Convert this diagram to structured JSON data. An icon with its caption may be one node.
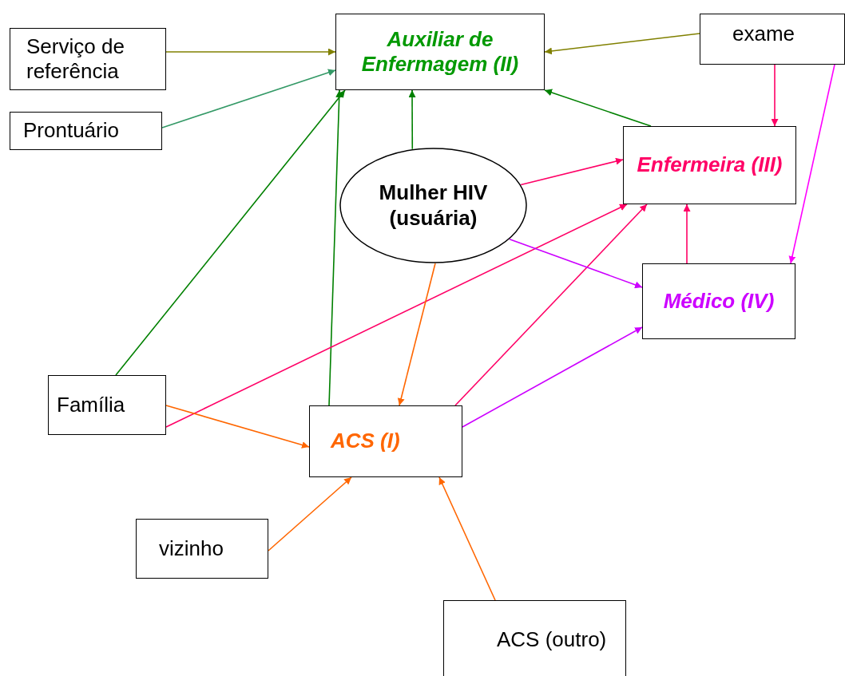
{
  "diagram": {
    "nodes": [
      {
        "text": [
          "Serviço de referência"
        ]
      },
      {
        "text": [
          "Auxiliar de Enfermagem (II)"
        ]
      },
      {
        "text": [
          "exame"
        ]
      },
      {
        "text": [
          "Prontuário"
        ]
      },
      {
        "text": [
          "Enfermeira (III)"
        ]
      },
      {
        "text": [
          "Mulher HIV (usuária)"
        ]
      },
      {
        "text": [
          "Médico (IV)"
        ]
      },
      {
        "text": [
          "Família"
        ]
      },
      {
        "text": [
          "ACS (I)"
        ]
      },
      {
        "text": [
          "vizinho"
        ]
      },
      {
        "text": [
          "ACS (outro)"
        ]
      }
    ],
    "edges": [
      {
        "from": 0,
        "to": 1,
        "arrow": "to",
        "color": "#808000"
      },
      {
        "from": 3,
        "to": 1,
        "arrow": "to",
        "color": "#339966"
      },
      {
        "from": 2,
        "to": 1,
        "arrow": "to",
        "color": "#808000"
      },
      {
        "from": 4,
        "to": 1,
        "arrow": "to",
        "color": "#008000"
      },
      {
        "from": 5,
        "to": 1,
        "arrow": "to",
        "color": "#008000"
      },
      {
        "from": 7,
        "to": 1,
        "arrow": "to",
        "color": "#008000"
      },
      {
        "from": 8,
        "to": 1,
        "arrow": "to",
        "color": "#008000"
      },
      {
        "from": 2,
        "to": 4,
        "arrow": "to",
        "color": "#ff0066"
      },
      {
        "from": 2,
        "to": 6,
        "arrow": "to",
        "color": "#ff00ff"
      },
      {
        "from": 5,
        "to": 4,
        "arrow": "to",
        "color": "#ff0066"
      },
      {
        "from": 7,
        "to": 4,
        "arrow": "to",
        "color": "#ff0066"
      },
      {
        "from": 8,
        "to": 4,
        "arrow": "to",
        "color": "#ff0066"
      },
      {
        "from": 6,
        "to": 4,
        "arrow": "to",
        "color": "#ff0066"
      },
      {
        "from": 5,
        "to": 6,
        "arrow": "to",
        "color": "#cc00ff"
      },
      {
        "from": 8,
        "to": 6,
        "arrow": "to",
        "color": "#cc00ff"
      },
      {
        "from": 7,
        "to": 8,
        "arrow": "to",
        "color": "#ff6600"
      },
      {
        "from": 5,
        "to": 8,
        "arrow": "to",
        "color": "#ff6600"
      },
      {
        "from": 9,
        "to": 8,
        "arrow": "to",
        "color": "#ff6600"
      },
      {
        "from": 10,
        "to": 8,
        "arrow": "to",
        "color": "#ff6600"
      }
    ]
  }
}
